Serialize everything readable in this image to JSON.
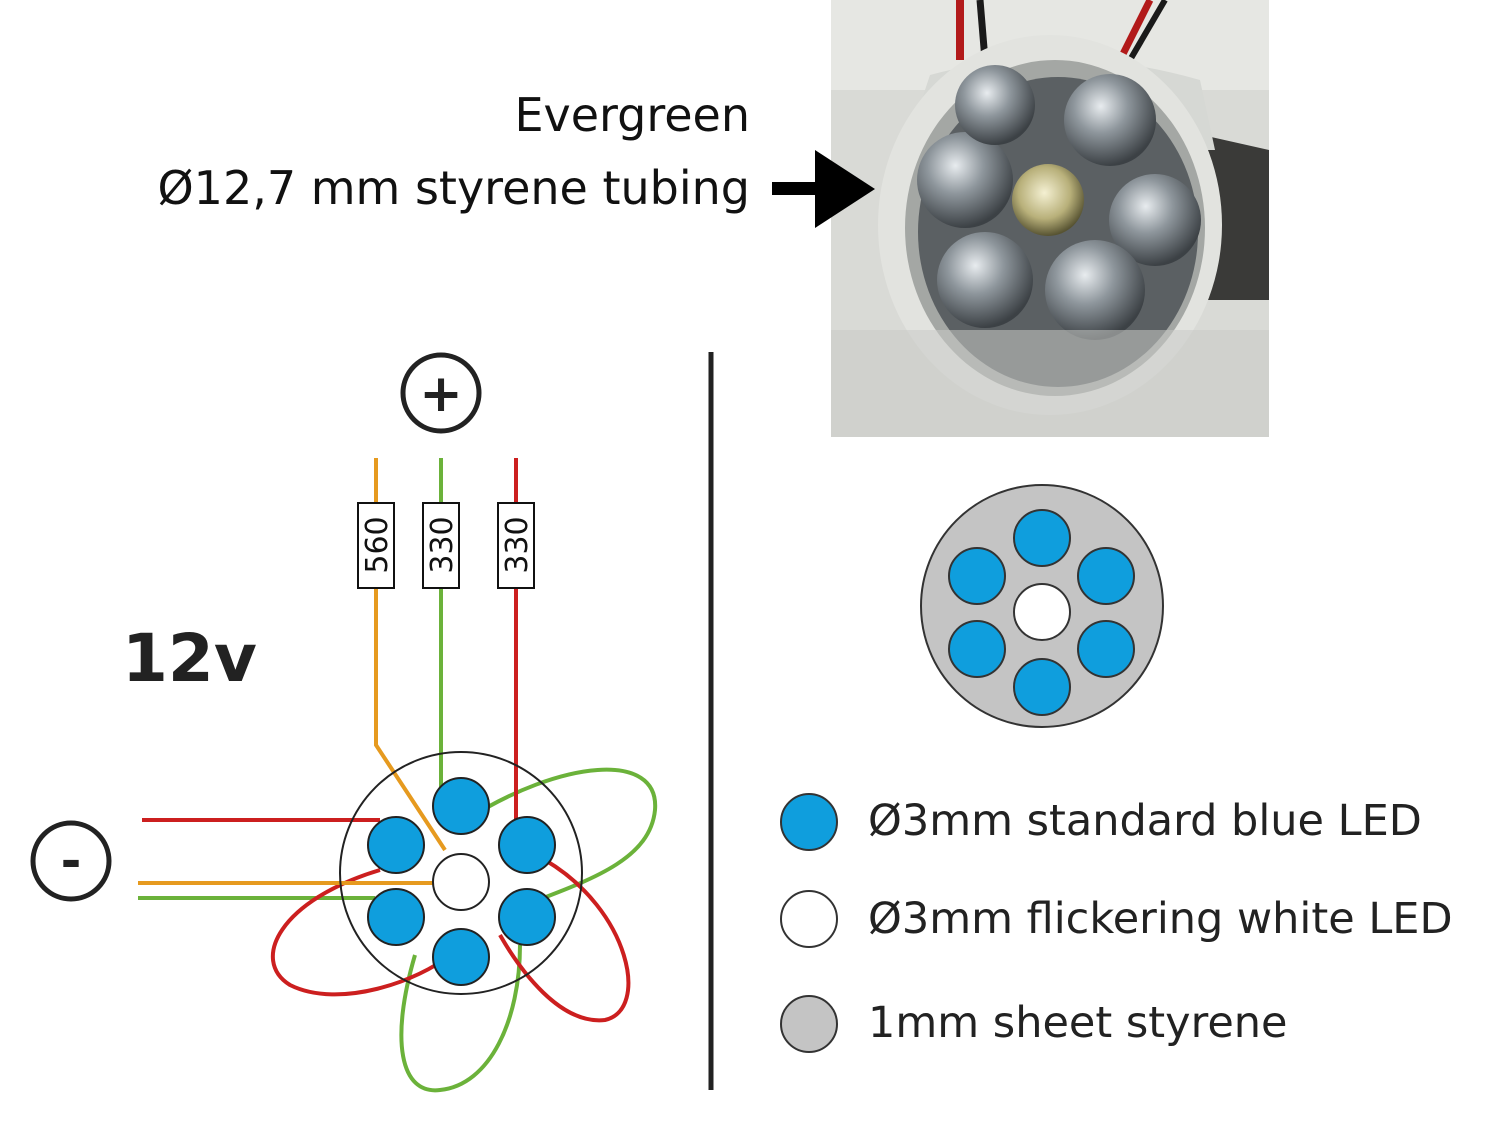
{
  "photo": {
    "caption_line1": "Evergreen",
    "caption_line2": "Ø12,7 mm styrene tubing"
  },
  "schematic": {
    "voltage": "12v",
    "positive_symbol": "+",
    "negative_symbol": "-",
    "resistors": [
      {
        "value": "560",
        "wire_color": "#e69a1f"
      },
      {
        "value": "330",
        "wire_color": "#6bb23a"
      },
      {
        "value": "330",
        "wire_color": "#cc1f1f"
      }
    ]
  },
  "legend": {
    "items": [
      {
        "label": "Ø3mm standard blue LED",
        "color": "#0f9edd"
      },
      {
        "label": "Ø3mm flickering white LED",
        "color": "#ffffff"
      },
      {
        "label": "1mm sheet styrene",
        "color": "#c4c4c4"
      }
    ]
  },
  "colors": {
    "led_blue": "#0f9edd",
    "styrene_gray": "#c4c4c4",
    "wire_orange": "#e69a1f",
    "wire_green": "#6bb23a",
    "wire_red": "#cc1f1f"
  }
}
